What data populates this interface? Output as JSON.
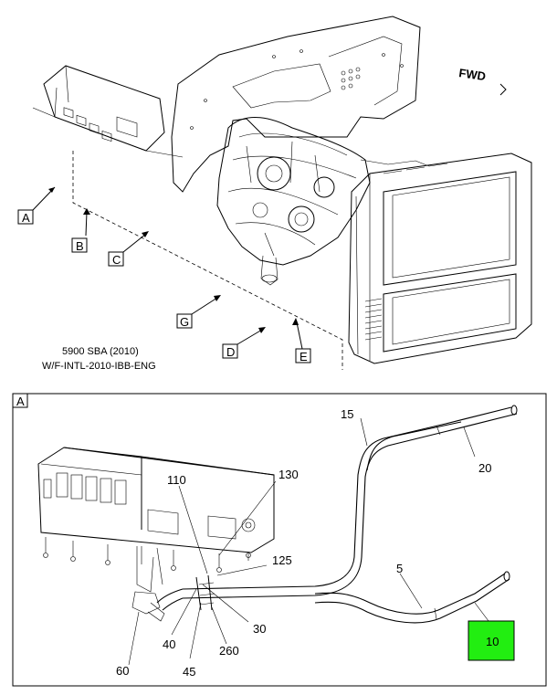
{
  "top_view": {
    "forward_label": "FWD",
    "view_labels": [
      "A",
      "B",
      "C",
      "G",
      "D",
      "E"
    ],
    "caption_line1": "5900 SBA (2010)",
    "caption_line2": "W/F-INTL-2010-IBB-ENG"
  },
  "detail_view": {
    "view_label": "A",
    "callouts": [
      "15",
      "20",
      "110",
      "130",
      "125",
      "5",
      "40",
      "30",
      "45",
      "260",
      "60",
      "10"
    ],
    "highlighted_callout": "10"
  },
  "colors": {
    "highlight": "#22ee11",
    "line": "#000000"
  }
}
